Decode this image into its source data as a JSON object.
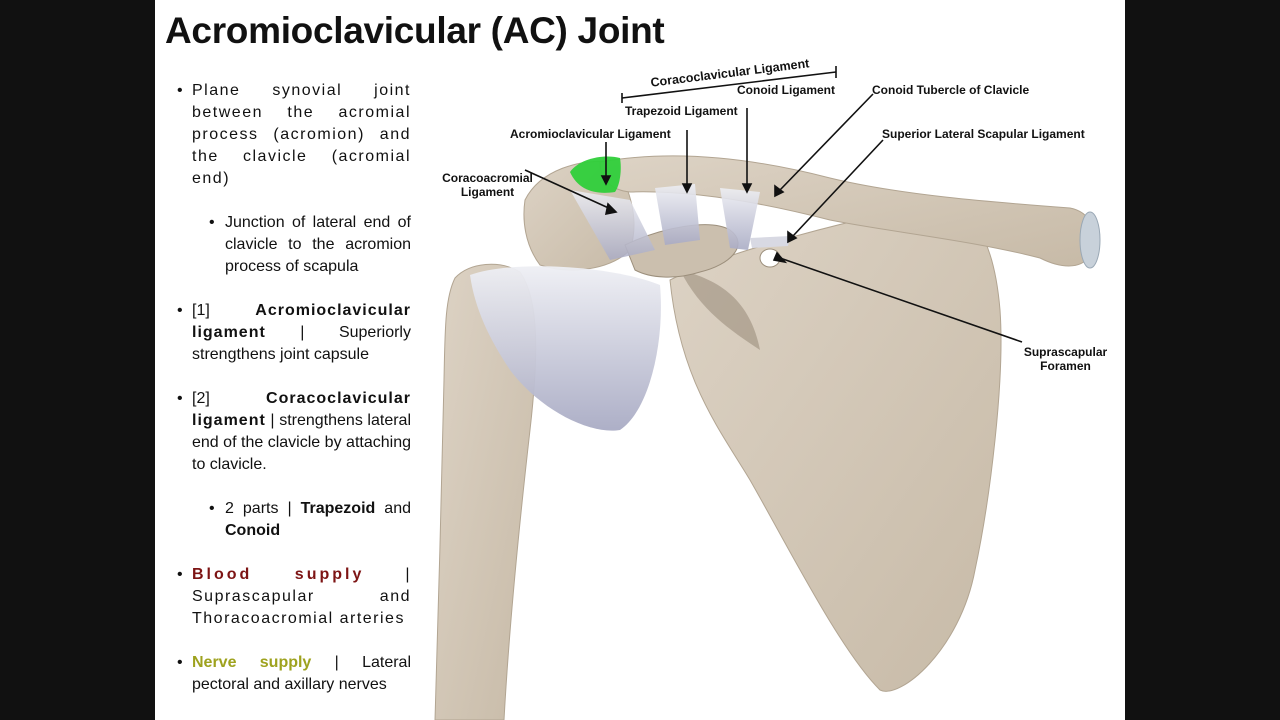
{
  "slide": {
    "title": "Acromioclavicular (AC) Joint",
    "bullets": [
      {
        "text": "Plane synovial joint between the acromial process (acromion) and the clavicle (acromial end)"
      },
      {
        "text": "Junction of lateral end of clavicle to the acromion process of scapula"
      },
      {
        "prefix": "[1]",
        "bold": "Acromioclavicular ligament",
        "sep": "|",
        "rest": "Superiorly strengthens joint capsule"
      },
      {
        "prefix": "[2]",
        "bold": "Coracoclavicular ligament",
        "sep": "|",
        "rest": "strengthens lateral end of the clavicle by attaching to clavicle."
      },
      {
        "lead": "2 parts |",
        "bold1": "Trapezoid",
        "mid": "and",
        "bold2": "Conoid"
      },
      {
        "label": "Blood supply",
        "sep": "|",
        "rest": "Suprascapular and Thoracoacromial arteries",
        "color": "#7d1414"
      },
      {
        "label": "Nerve supply",
        "sep": "|",
        "rest": "Lateral pectoral and axillary nerves",
        "color": "#9ea21e"
      }
    ]
  },
  "figure": {
    "labels": {
      "coracoclavicular": "Coracoclavicular Ligament",
      "trapezoid": "Trapezoid Ligament",
      "conoid": "Conoid Ligament",
      "conoid_tubercle": "Conoid Tubercle of Clavicle",
      "acromioclavicular": "Acromioclavicular Ligament",
      "superior_lateral": "Superior Lateral Scapular Ligament",
      "coracoacromial_1": "Coracoacromial",
      "coracoacromial_2": "Ligament",
      "suprascapular_1": "Suprascapular",
      "suprascapular_2": "Foramen"
    },
    "colors": {
      "bone": "#d6cbbd",
      "bone_shadow": "#a79a88",
      "ligament": "#c9cad8",
      "highlight": "#2fcf3a"
    }
  }
}
